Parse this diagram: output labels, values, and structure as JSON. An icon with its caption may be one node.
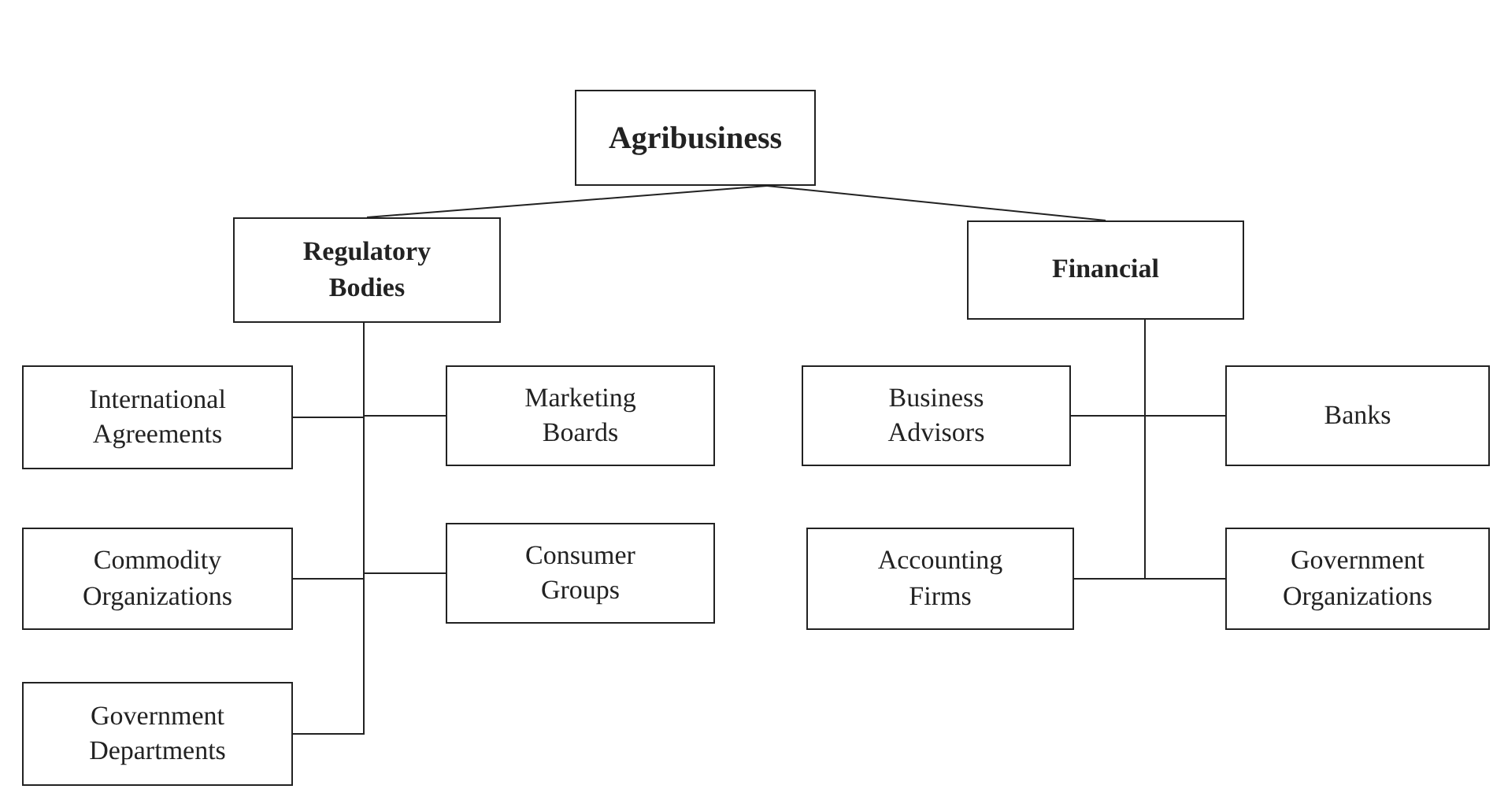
{
  "diagram": {
    "nodes": [
      {
        "text": [
          "Agribusiness"
        ]
      },
      {
        "text": [
          "Regulatory Bodies"
        ]
      },
      {
        "text": [
          "Financial"
        ]
      },
      {
        "text": [
          "International Agreements"
        ]
      },
      {
        "text": [
          "Marketing Boards"
        ]
      },
      {
        "text": [
          "Commodity Organizations"
        ]
      },
      {
        "text": [
          "Consumer Groups"
        ]
      },
      {
        "text": [
          "Government Departments"
        ]
      },
      {
        "text": [
          "Business Advisors"
        ]
      },
      {
        "text": [
          "Banks"
        ]
      },
      {
        "text": [
          "Accounting Firms"
        ]
      },
      {
        "text": [
          "Government Organizations"
        ]
      }
    ],
    "edges": [
      {
        "from": 0,
        "to": 1,
        "arrow": "none"
      },
      {
        "from": 0,
        "to": 2,
        "arrow": "none"
      },
      {
        "from": 1,
        "to": 3,
        "arrow": "none"
      },
      {
        "from": 1,
        "to": 4,
        "arrow": "none"
      },
      {
        "from": 1,
        "to": 5,
        "arrow": "none"
      },
      {
        "from": 1,
        "to": 6,
        "arrow": "none"
      },
      {
        "from": 1,
        "to": 7,
        "arrow": "none"
      },
      {
        "from": 2,
        "to": 8,
        "arrow": "none"
      },
      {
        "from": 2,
        "to": 9,
        "arrow": "none"
      },
      {
        "from": 2,
        "to": 10,
        "arrow": "none"
      },
      {
        "from": 2,
        "to": 11,
        "arrow": "none"
      }
    ]
  }
}
